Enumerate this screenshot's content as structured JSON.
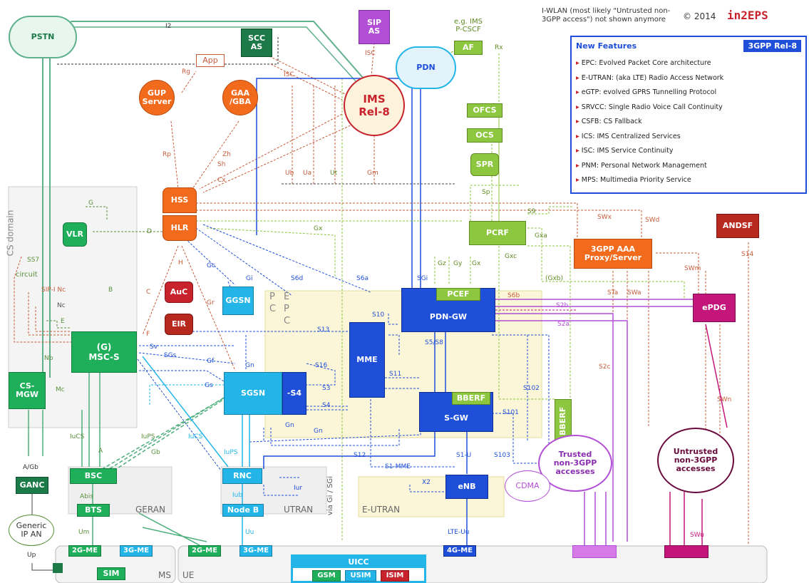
{
  "header": {
    "note": "I-WLAN (most likely \"Untrusted non-\n3GPP access\") not shown anymore",
    "copyright": "© 2014",
    "brand": "in2EPS"
  },
  "features": {
    "title": "New Features",
    "badge": "3GPP Rel-8",
    "items": [
      "EPC: Evolved Packet Core architecture",
      "E-UTRAN: (aka LTE) Radio Access Network",
      "eGTP: evolved GPRS Tunnelling Protocol",
      "SRVCC: Single Radio Voice Call Continuity",
      "CSFB: CS Fallback",
      "ICS: IMS Centralized Services",
      "ISC: IMS Service Continuity",
      "PNM: Personal Network Management",
      "MPS: Multimedia Priority Service"
    ]
  },
  "nodes": {
    "pstn": "PSTN",
    "scc_as": "SCC\nAS",
    "sip_as": "SIP\nAS",
    "app": "App",
    "gup": "GUP\nServer",
    "gaa": "GAA\n/GBA",
    "ims": "IMS\nRel-8",
    "pdn": "PDN",
    "af": "AF",
    "af_note": "e.g. IMS\nP-CSCF",
    "ofcs": "OFCS",
    "ocs": "OCS",
    "spr": "SPR",
    "hss": "HSS",
    "hlr": "HLR",
    "auc": "AuC",
    "eir": "EIR",
    "vlr": "VLR",
    "pcrf": "PCRF",
    "aaa": "3GPP AAA\nProxy/Server",
    "andsf": "ANDSF",
    "msc": "(G)\nMSC-S",
    "cs_mgw": "CS-\nMGW",
    "ggsn": "GGSN",
    "sgsn": "SGSN",
    "s4": "-S4",
    "mme": "MME",
    "pdn_gw": "PDN-GW",
    "pcef": "PCEF",
    "s_gw": "S-GW",
    "bberf": "BBERF",
    "bberf_v": "BBERF",
    "epdg": "ePDG",
    "trusted": "Trusted\nnon-3GPP\naccesses",
    "untrusted": "Untrusted\nnon-3GPP\naccesses",
    "cdma": "CDMA",
    "ganc": "GANC",
    "generic_ip": "Generic\nIP AN",
    "bsc": "BSC",
    "bts": "BTS",
    "rnc": "RNC",
    "nodeb": "Node B",
    "enb": "eNB",
    "me_2g_a": "2G-ME",
    "me_3g_a": "3G-ME",
    "me_2g_b": "2G-ME",
    "me_3g_b": "3G-ME",
    "me_4g": "4G-ME",
    "sim": "SIM",
    "uicc": "UICC",
    "gsm": "GSM",
    "usim": "USIM",
    "isim": "ISIM"
  },
  "areas": {
    "cs_domain": "CS domain",
    "circuit": "circuit",
    "epc": "E\nP\nC",
    "epc2": "P\nC",
    "geran": "GERAN",
    "utran": "UTRAN",
    "eutran": "E-UTRAN",
    "ms": "MS",
    "ue": "UE",
    "via": "via Gi / SGi"
  },
  "interfaces": {
    "i2": "I2",
    "isc1": "ISC",
    "isc2": "ISC",
    "rx": "Rx",
    "rg": "Rg",
    "rp": "Rp",
    "zh": "Zh",
    "sh": "Sh",
    "cx": "Cx",
    "ub": "Ub",
    "ua": "Ua",
    "ut": "Ut",
    "gm": "Gm",
    "sp": "Sp",
    "s9": "S9",
    "swx": "SWx",
    "swd": "SWd",
    "gxa": "Gxa",
    "gxb": "(Gxb)",
    "s14": "S14",
    "swm": "SWm",
    "gx": "Gx",
    "gz": "Gz",
    "gy": "Gy",
    "gx2": "Gx",
    "gxc": "Gxc",
    "g": "G",
    "d": "D",
    "h": "H",
    "gc": "Gc",
    "gi": "Gi",
    "s6d": "S6d",
    "s6a": "S6a",
    "sgi": "SGi",
    "ss7": "SS7",
    "b": "B",
    "c": "C",
    "gr": "Gr",
    "sip_i": "SIP-I Nc",
    "nc": "Nc",
    "e": "E",
    "f": "F",
    "sv": "Sv",
    "sgs": "SGs",
    "gf": "Gf",
    "s13": "S13",
    "s10": "S10",
    "s6b": "S6b",
    "s2b": "S2b",
    "s2a": "S2a",
    "s2c": "S2c",
    "s1a": "STa",
    "swa": "SWa",
    "nb": "Nb",
    "mc": "Mc",
    "gs": "Gs",
    "gn1": "Gn",
    "s16": "S16",
    "s3": "S3",
    "s4": "S4",
    "s5s8": "S5/S8",
    "s11": "S11",
    "s102": "S102",
    "s101": "S101",
    "swn": "SWn",
    "gn2": "Gn",
    "gn3": "Gn",
    "iucs1": "IuCS",
    "a": "A",
    "iups1": "IuPS",
    "gb": "Gb",
    "iucs2": "IuCS",
    "iups2": "IuPS",
    "s12": "S12",
    "s1mme": "S1-MME",
    "s1u": "S1-U",
    "s103": "S103",
    "agb": "A/Gb",
    "abis": "Abis",
    "iub": "Iub",
    "iur": "Iur",
    "x2": "X2",
    "lte_uu": "LTE-Uu",
    "um": "Um",
    "uu": "Uu",
    "up": "Up",
    "swu": "SWu"
  }
}
